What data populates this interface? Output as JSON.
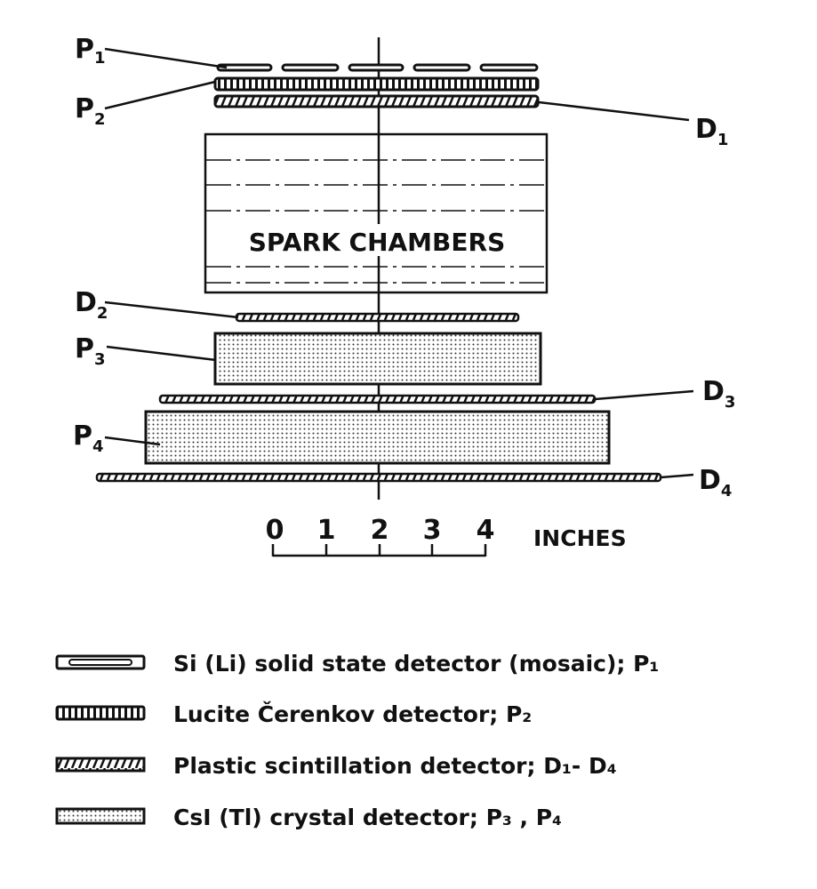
{
  "labels": {
    "P1": {
      "main": "P",
      "sub": "1"
    },
    "P2": {
      "main": "P",
      "sub": "2"
    },
    "P3": {
      "main": "P",
      "sub": "3"
    },
    "P4": {
      "main": "P",
      "sub": "4"
    },
    "D1": {
      "main": "D",
      "sub": "1"
    },
    "D2": {
      "main": "D",
      "sub": "2"
    },
    "D3": {
      "main": "D",
      "sub": "3"
    },
    "D4": {
      "main": "D",
      "sub": "4"
    }
  },
  "spark_chambers": "SPARK CHAMBERS",
  "scale": {
    "ticks": [
      "0",
      "1",
      "2",
      "3",
      "4"
    ],
    "unit": "INCHES"
  },
  "legend": [
    {
      "pattern": "si-li-mosaic",
      "text": "Si (Li) solid state detector (mosaic); P₁"
    },
    {
      "pattern": "vertical-stripes",
      "text": "Lucite Čerenkov detector; P₂"
    },
    {
      "pattern": "diagonal-hatch",
      "text": "Plastic scintillation detector; D₁- D₄"
    },
    {
      "pattern": "dots",
      "text": "CsI (Tl) crystal detector; P₃ , P₄"
    }
  ]
}
